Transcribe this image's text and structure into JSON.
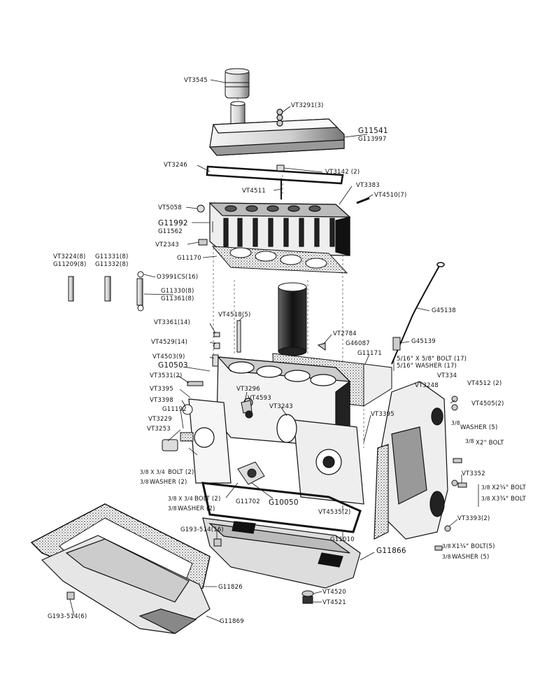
{
  "parts": {
    "vt3545": "VT3545",
    "vt3291": "VT3291(3)",
    "g11541": "G11541",
    "g113997": "G113997",
    "vt3246": "VT3246",
    "vt3142": "VT3142 (2)",
    "vt3383": "VT3383",
    "vt4511": "VT4511",
    "vt4510": "VT4510(7)",
    "vt5058": "VT5058",
    "g11992": "G11992",
    "g11562": "G11562",
    "vt2343": "VT2343",
    "g11170": "G11170",
    "vt3224": "VT3224(8)",
    "g11209": "G11209(8)",
    "g11331": "G11331(8)",
    "g11332": "G11332(8)",
    "o3991": "O3991CS(16)",
    "g11330": "G11330(8)",
    "g11361": "G11361(8)",
    "vt4518": "VT4518(5)",
    "g45138": "G45138",
    "vt3361": "VT3361(14)",
    "vt2784": "VT2784",
    "g46087": "G46087",
    "vt4529": "VT4529(14)",
    "g45139": "G45139",
    "g11171": "G11171",
    "vt4503": "VT4503(9)",
    "bolt_5_16": "5/16\" X 5/8\" BOLT (17)",
    "washer_5_16": "5/16\" WASHER (17)",
    "g10503": "G10503",
    "vt3531": "VT3531(2)",
    "vt334": "VT334",
    "vt3248": "VT3248",
    "vt4512": "VT4512 (2)",
    "vt3395a": "VT3395",
    "vt3296": "VT3296",
    "vt4505": "VT4505(2)",
    "vt3398": "VT3398",
    "vt4593": "VT4593",
    "g11192": "G11192",
    "vt3243": "VT3243",
    "vt3395b": "VT3395",
    "washer5a": "WASHER (5)",
    "vt3229": "VT3229",
    "bolt_x2": "X2\" BOLT",
    "vt3253": "VT3253",
    "bolt2": "BOLT (2)",
    "washer2": "WASHER (2)",
    "vt3352": "VT3352",
    "bolt_x2_1_4": "X2¼\" BOLT",
    "bolt_x3_3_4": "X3¾\" BOLT",
    "bolt2b": "BOLT (2)",
    "washer2b": "WASHER (2)",
    "g11702": "G11702",
    "g10050": "G10050",
    "vt4535": "VT4535(2)",
    "vt3393": "VT3393(2)",
    "g193514_16": "G193-514(16)",
    "g11010": "G11010",
    "bolt5": "X1¼\" BOLT(5)",
    "washer5b": "WASHER (5)",
    "g11866": "G11866",
    "g11826": "G11826",
    "vt4520": "VT4520",
    "vt4521": "VT4521",
    "g193514_6": "G193-514(6)",
    "g11869": "G11869"
  }
}
